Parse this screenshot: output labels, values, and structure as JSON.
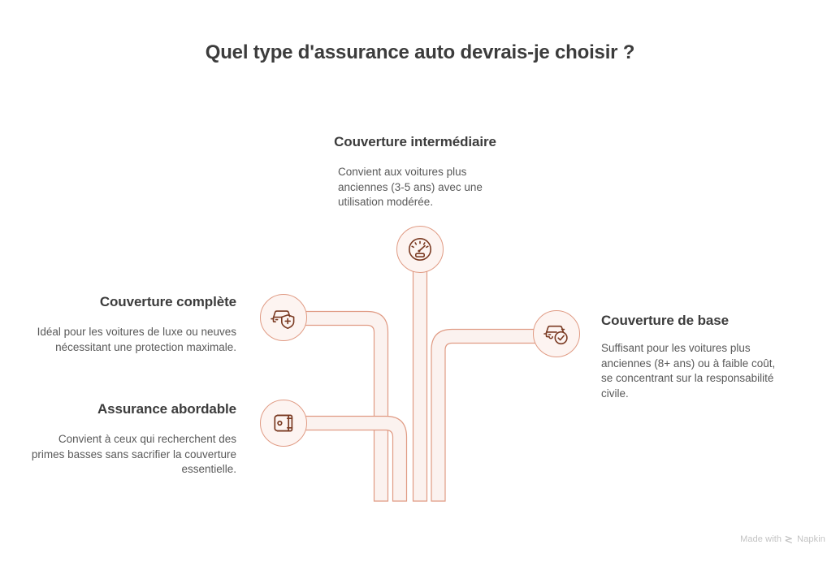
{
  "page": {
    "title": "Quel type d'assurance auto devrais-je choisir ?",
    "background_color": "#ffffff",
    "accent_color": "#c05a34",
    "pipe_stroke_color": "#e09b84",
    "pipe_fill_color": "#fbf2ef",
    "title_color": "#3c3c3c",
    "body_color": "#595959"
  },
  "nodes": {
    "intermediate": {
      "title": "Couverture intermédiaire",
      "description": "Convient aux voitures plus anciennes (3-5 ans) avec une utilisation modérée.",
      "icon": "speedometer-icon"
    },
    "full": {
      "title": "Couverture complète",
      "description": "Idéal pour les voitures de luxe ou neuves nécessitant une protection maximale.",
      "icon": "car-shield-plus-icon"
    },
    "affordable": {
      "title": "Assurance abordable",
      "description": "Convient à ceux qui recherchent des primes basses sans sacrifier la couverture essentielle.",
      "icon": "wallet-icon"
    },
    "basic": {
      "title": "Couverture de base",
      "description": "Suffisant pour les voitures plus anciennes (8+ ans) ou à faible coût, se concentrant sur la responsabilité civile.",
      "icon": "car-check-icon"
    }
  },
  "watermark": {
    "prefix": "Made with",
    "brand": "Napkin",
    "icon": "napkin-logo-icon"
  }
}
